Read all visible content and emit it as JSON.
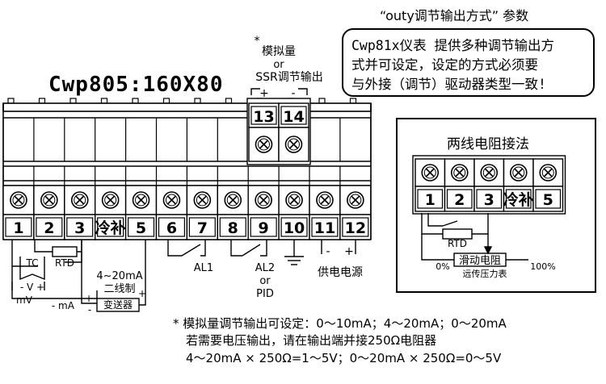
{
  "header": {
    "params_title": "“outy调节输出方式”  参数",
    "model": "Cwp805:160X80"
  },
  "note_box": {
    "lines": [
      "Cwp81x仪表 提供多种调节输出方",
      "式并可设定，设定的方式必须要",
      "与外接（调节）驱动器类型一致!"
    ]
  },
  "ssr_label": {
    "star": "*",
    "line1": "模拟量",
    "line2": "or",
    "line3": "SSR调节输出",
    "plus": "+",
    "minus": "-"
  },
  "top_terminals": [
    {
      "label": "13"
    },
    {
      "label": "14"
    }
  ],
  "bottom_terminals": [
    {
      "label": "1"
    },
    {
      "label": "2"
    },
    {
      "label": "3"
    },
    {
      "label": "冷补"
    },
    {
      "label": "5"
    },
    {
      "label": "6"
    },
    {
      "label": "7"
    },
    {
      "label": "8"
    },
    {
      "label": "9"
    },
    {
      "label": "10"
    },
    {
      "label": "11"
    },
    {
      "label": "12"
    }
  ],
  "wiring_labels": {
    "tc": "TC",
    "rtd": "RTD",
    "v": "- V +",
    "mv": "mV",
    "ma": "mA",
    "minus_sign": "-",
    "plus_sign": "+",
    "ma_range": "4~20mA",
    "two_wire": "二线制",
    "transmitter": "变送器",
    "al1": "AL1",
    "al2": "AL2",
    "al2_or": "or",
    "pid": "PID",
    "power_minus": "-",
    "power_plus": "+",
    "power": "供电电源"
  },
  "two_wire_panel": {
    "title": "两线电阻接法",
    "terminals": [
      {
        "label": "1"
      },
      {
        "label": "2"
      },
      {
        "label": "3"
      },
      {
        "label": "冷补"
      },
      {
        "label": "5"
      }
    ],
    "rtd": "RTD",
    "pct0": "0%",
    "slider": "滑动电阻",
    "pct100": "100%",
    "gauge": "远传压力表"
  },
  "footnote": {
    "line1": "* 模拟量调节输出可设定：0～10mA；4～20mA；0～20mA",
    "line2": "若需要电压输出，请在输出端并接250Ω电阻器",
    "line3": "4～20mA × 250Ω=1～5V；0～20mA × 250Ω=0～5V"
  }
}
